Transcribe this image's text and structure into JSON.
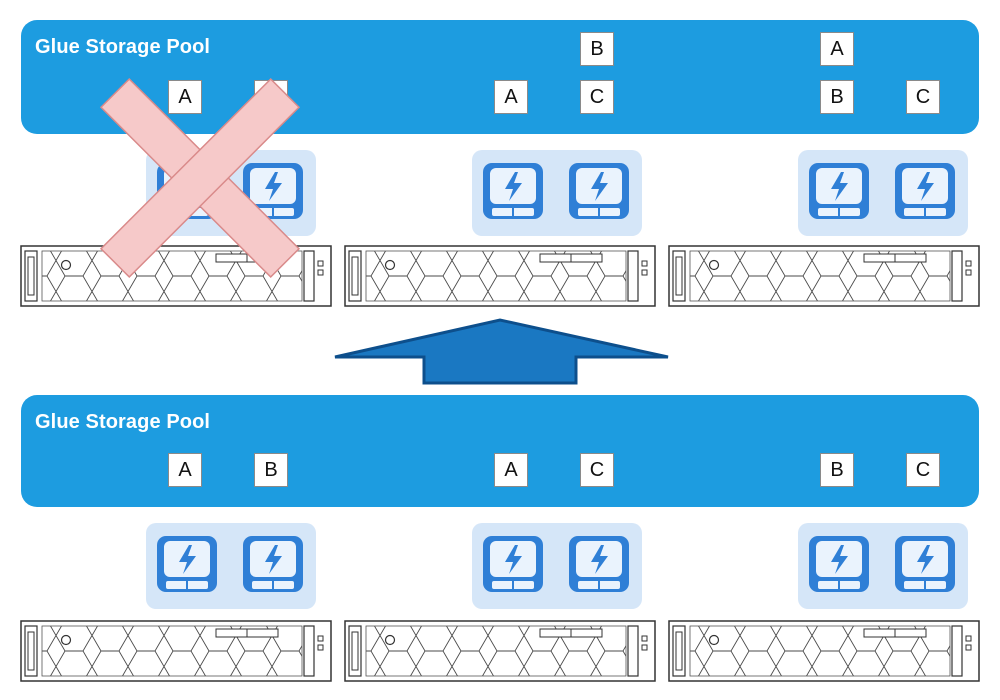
{
  "colors": {
    "pool_blue": "#1d9ce0",
    "drive_group_bg": "#d5e6f8",
    "drive_blue": "#2f7fd6",
    "arrow_blue": "#1a78c2",
    "arrow_outline": "#0d4f8c",
    "failure_x_fill": "#f6c9c9",
    "failure_x_stroke": "#d98a8a"
  },
  "icons": {
    "drive": "ssd-lightning-icon",
    "failure": "x-mark-icon",
    "arrow": "up-arrow-icon",
    "server": "rack-server-icon"
  },
  "top_pool": {
    "title": "Glue Storage Pool",
    "node1_chunks": [
      "A",
      "B"
    ],
    "node2_chunks": [
      "A",
      "C",
      "B"
    ],
    "node3_chunks": [
      "B",
      "C",
      "A"
    ]
  },
  "bottom_pool": {
    "title": "Glue Storage Pool",
    "node1_chunks": [
      "A",
      "B"
    ],
    "node2_chunks": [
      "A",
      "C"
    ],
    "node3_chunks": [
      "B",
      "C"
    ]
  }
}
